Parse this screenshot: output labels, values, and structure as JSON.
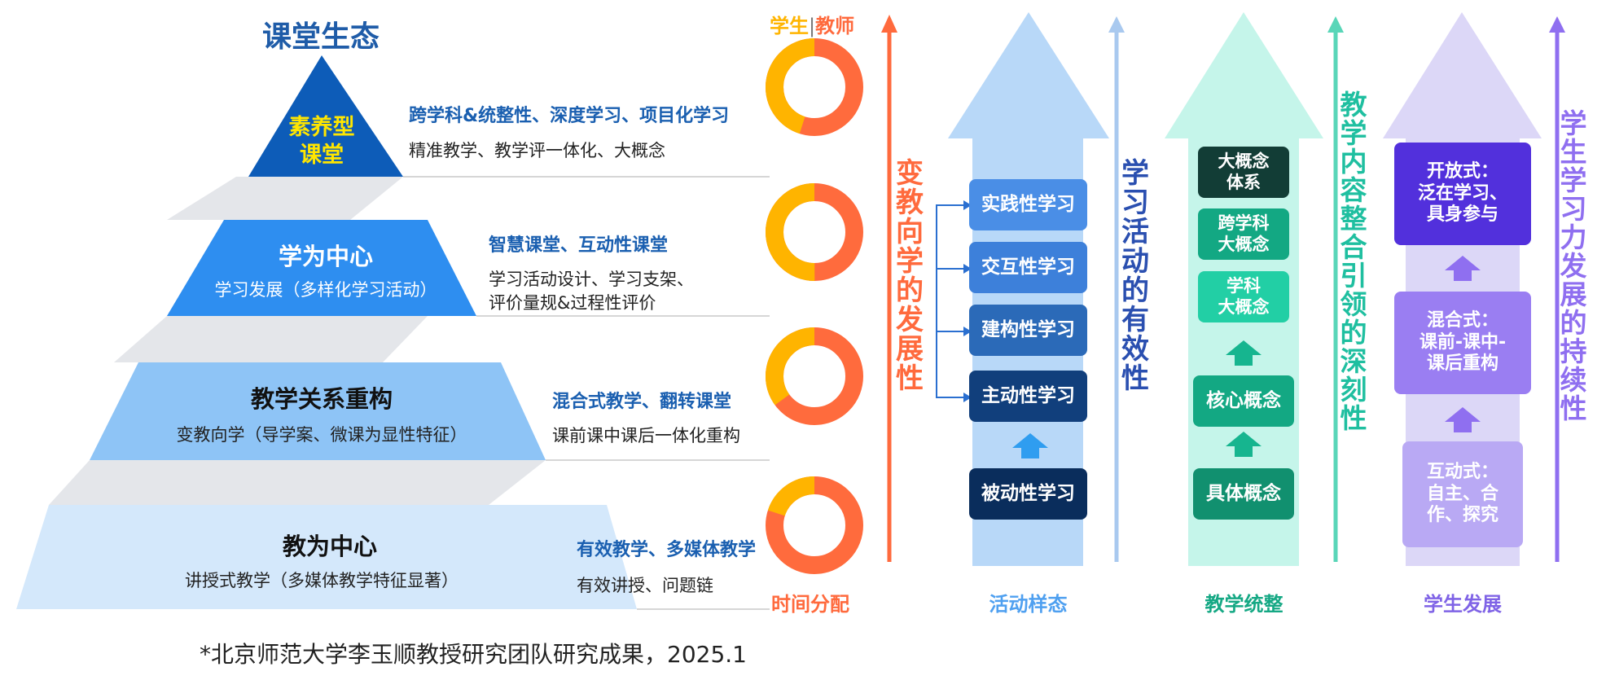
{
  "pyramid": {
    "title": "课堂生态",
    "levels": [
      {
        "title": "素养型\n课堂",
        "sub": "",
        "keywords": "跨学科&统整性、深度学习、项目化学习",
        "desc": "精准教学、教学评一体化、大概念",
        "color": "#0d5cb8",
        "title_color": "#ffe600"
      },
      {
        "title": "学为中心",
        "sub": "学习发展（多样化学习活动）",
        "keywords": "智慧课堂、互动性课堂",
        "desc": "学习活动设计、学习支架、\n评价量规&过程性评价",
        "color": "#2e8ef0",
        "title_color": "#ffffff"
      },
      {
        "title": "教学关系重构",
        "sub": "变教向学（导学案、微课为显性特征）",
        "keywords": "混合式教学、翻转课堂",
        "desc": "课前课中课后一体化重构",
        "color": "#8ec4f6",
        "title_color": "#111111"
      },
      {
        "title": "教为中心",
        "sub": "讲授式教学（多媒体教学特征显著）",
        "keywords": "有效教学、多媒体教学",
        "desc": "有效讲授、问题链",
        "color": "#d4e8fb",
        "title_color": "#111111"
      }
    ]
  },
  "time": {
    "header_student": "学生",
    "header_sep": "|",
    "header_teacher": "教师",
    "footer": "时间分配",
    "student_color": "#ffb400",
    "teacher_color": "#ff6b3d",
    "student_shares": [
      0.45,
      0.5,
      0.35,
      0.2
    ]
  },
  "arrow_labels": {
    "orange": "变教向学的发展性",
    "blue": "学习活动的有效性",
    "teal": "教学内容整合引领的深刻性",
    "purple": "学生学习力发展的持续性"
  },
  "activity": {
    "label": "活动样态",
    "items": [
      "实践性学习",
      "交互性学习",
      "建构性学习",
      "主动性学习",
      "被动性学习"
    ]
  },
  "integration": {
    "label": "教学统整",
    "items": [
      "大概念\n体系",
      "跨学科\n大概念",
      "学科\n大概念",
      "核心概念",
      "具体概念"
    ]
  },
  "development": {
    "label": "学生发展",
    "items": [
      "开放式：\n泛在学习、\n具身参与",
      "混合式：\n课前-课中-\n课后重构",
      "互动式：\n自主、合\n作、探究"
    ]
  },
  "footnote": "*北京师范大学李玉顺教授研究团队研究成果，2025.1",
  "colors": {
    "orange": "#ff6a3d",
    "dark_blue": "#2a4fb0",
    "teal": "#1fbfa0",
    "purple": "#8f6ff0",
    "light_blue_arrow": "#b8d8f8",
    "light_teal_arrow": "#c5f5ea",
    "light_purple_arrow": "#dcd7f7"
  }
}
